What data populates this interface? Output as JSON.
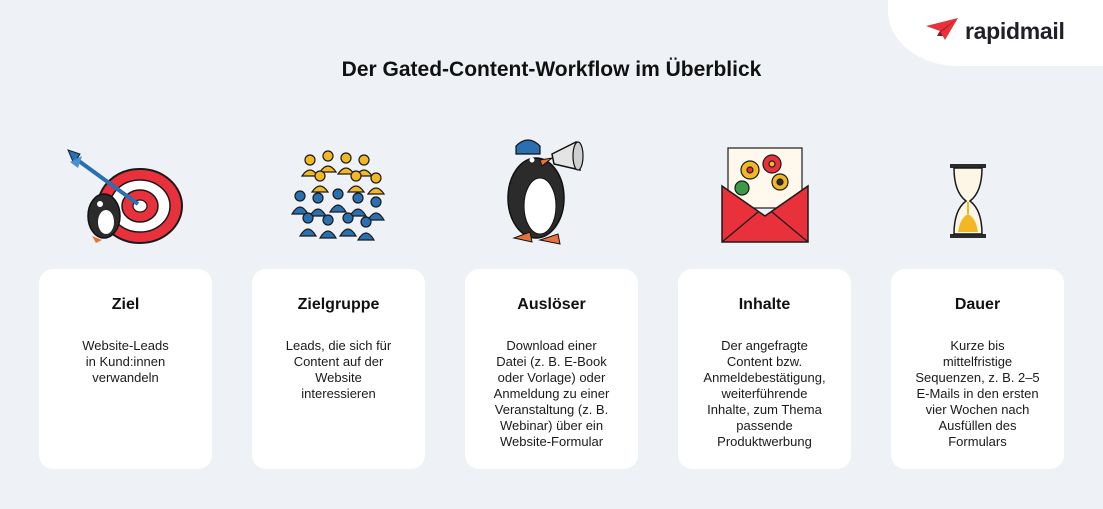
{
  "brand": {
    "name": "rapidmail",
    "accent": "#e8313a"
  },
  "title": "Der Gated-Content-Workflow im Überblick",
  "steps": [
    {
      "icon": "dart-target-icon",
      "title": "Ziel",
      "text": "Website-Leads\nin Kund:innen\nverwandeln"
    },
    {
      "icon": "audience-crowd-icon",
      "title": "Zielgruppe",
      "text": "Leads, die sich für\nContent auf der\nWebsite\ninteressieren"
    },
    {
      "icon": "megaphone-penguin-icon",
      "title": "Auslöser",
      "text": "Download einer\nDatei (z. B. E-Book\noder Vorlage) oder\nAnmeldung zu einer\nVeranstaltung (z. B.\nWebinar) über ein\nWebsite-Formular"
    },
    {
      "icon": "envelope-flowers-icon",
      "title": "Inhalte",
      "text": "Der angefragte\nContent bzw.\nAnmeldebestätigung,\nweiterführende\nInhalte, zum Thema\npassende\nProduktwerbung"
    },
    {
      "icon": "hourglass-icon",
      "title": "Dauer",
      "text": "Kurze bis\nmittelfristige\nSequenzen, z. B. 2–5\nE-Mails in den ersten\nvier Wochen nach\nAusfüllen des\nFormulars"
    }
  ]
}
